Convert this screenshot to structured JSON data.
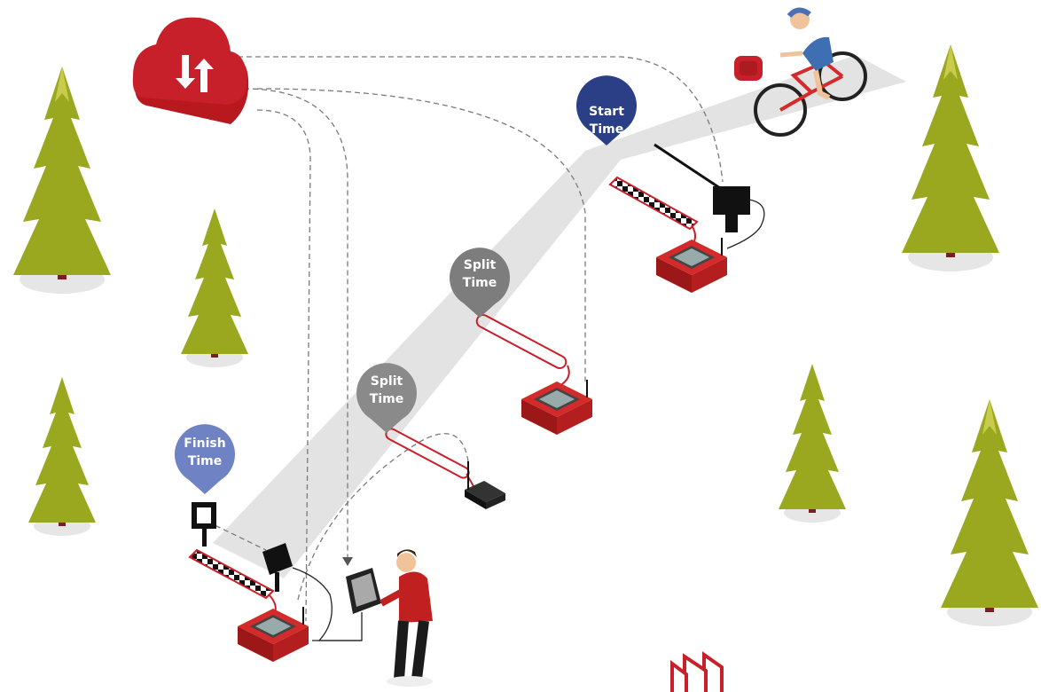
{
  "markers": {
    "start": {
      "line1": "Start",
      "line2": "Time",
      "color": "#2b3f86"
    },
    "split_upper": {
      "line1": "Split",
      "line2": "Time",
      "color": "#7d7d7d"
    },
    "split_lower": {
      "line1": "Split",
      "line2": "Time",
      "color": "#8a8a8a"
    },
    "finish": {
      "line1": "Finish",
      "line2": "Time",
      "color": "#6f82c4"
    }
  },
  "colors": {
    "accent_red": "#c8202a",
    "tree_green": "#9aa81f",
    "track_gray": "#e3e3e3",
    "cable_dash": "#7a7a7a"
  },
  "icons": {
    "cloud": "cloud-sync-icon",
    "logo": "brand-logo-icon"
  }
}
